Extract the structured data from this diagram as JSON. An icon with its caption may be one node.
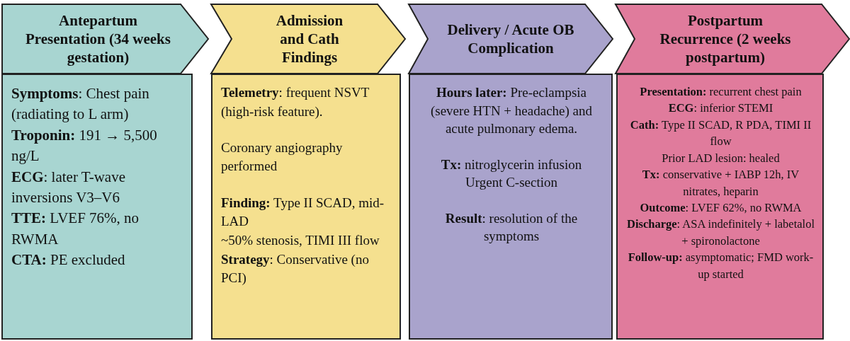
{
  "diagram": {
    "nodes": [
      {
        "text": [
          "Antepartum Presentation (34 weeks gestation)"
        ]
      },
      {
        "text": [
          "**Symptoms**: Chest pain (radiating to L arm)",
          "**Troponin:** 191 → 5,500 ng/L",
          "**ECG**: later T-wave inversions V3–V6",
          "**TTE:** LVEF 76%, no RWMA",
          "**CTA:** PE excluded"
        ]
      },
      {
        "text": [
          "Admission and Cath Findings"
        ]
      },
      {
        "text": [
          "**Telemetry**: frequent NSVT (high-risk feature).",
          "Coronary angiography performed",
          "**Finding:** Type II SCAD, mid-LAD",
          "~50% stenosis, TIMI III flow",
          "**Strategy**: Conservative (no PCI)"
        ]
      },
      {
        "text": [
          "Delivery / Acute OB Complication"
        ]
      },
      {
        "text": [
          "**Hours later:** Pre-eclampsia (severe HTN + headache) and acute pulmonary edema.",
          "**Tx:** nitroglycerin infusion",
          "Urgent C-section",
          "**Result**: resolution of the symptoms"
        ]
      },
      {
        "text": [
          "Postpartum Recurrence (2 weeks postpartum)"
        ]
      },
      {
        "text": [
          "**Presentation:** recurrent chest pain",
          "**ECG**: inferior STEMI",
          "**Cath:** Type II SCAD, R PDA, TIMI II flow",
          "Prior LAD lesion: healed",
          "**Tx:** conservative + IABP 12h, IV nitrates, heparin",
          "**Outcome**: LVEF 62%, no RWMA",
          "**Discharge**: ASA indefinitely + labetalol + spironolactone",
          "**Follow-up:** asymptomatic; FMD work-up started"
        ]
      }
    ]
  }
}
